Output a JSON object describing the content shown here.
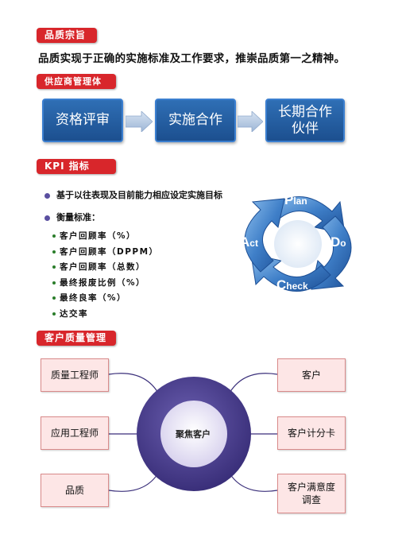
{
  "sections": {
    "quality": {
      "tag": "品质宗旨",
      "statement": "品质实现于正确的实施标准及工作要求，推崇品质第一之精神。"
    },
    "supplier": {
      "tag": "供应商管理体系",
      "flow": [
        {
          "label": "资格评审"
        },
        {
          "label": "实施合作"
        },
        {
          "line1": "长期合作",
          "line2": "伙伴"
        }
      ]
    },
    "kpi": {
      "tag": "KPI 指标",
      "bullet1": "基于以往表现及目前能力相应设定实施目标",
      "bullet2": "衡量标准：",
      "items": [
        "客户回顾率（%）",
        "客户回顾率（DPPM）",
        "客户回顾率（总数）",
        "最终报废比例（%）",
        "最终良率（%）",
        "达交率"
      ],
      "pdca": {
        "plan_initial": "P",
        "plan_rest": "lan",
        "do_initial": "D",
        "do_rest": "o",
        "check_initial": "C",
        "check_rest": "heck",
        "act_initial": "A",
        "act_rest": "ct"
      }
    },
    "customer": {
      "tag": "客户质量管理",
      "hub": "聚焦客户",
      "left": [
        "质量工程师",
        "应用工程师",
        "品质"
      ],
      "right": [
        "客户",
        "客户计分卡"
      ],
      "satisfaction_line1": "客户满意度",
      "satisfaction_line2": "调查"
    }
  },
  "colors": {
    "tag_red": "#d8262b",
    "flow_blue": "#1f5a9e",
    "cycle_blue": "#3f7fc8",
    "hub_purple": "#4a3d8a",
    "box_pink": "#fde6e6"
  }
}
